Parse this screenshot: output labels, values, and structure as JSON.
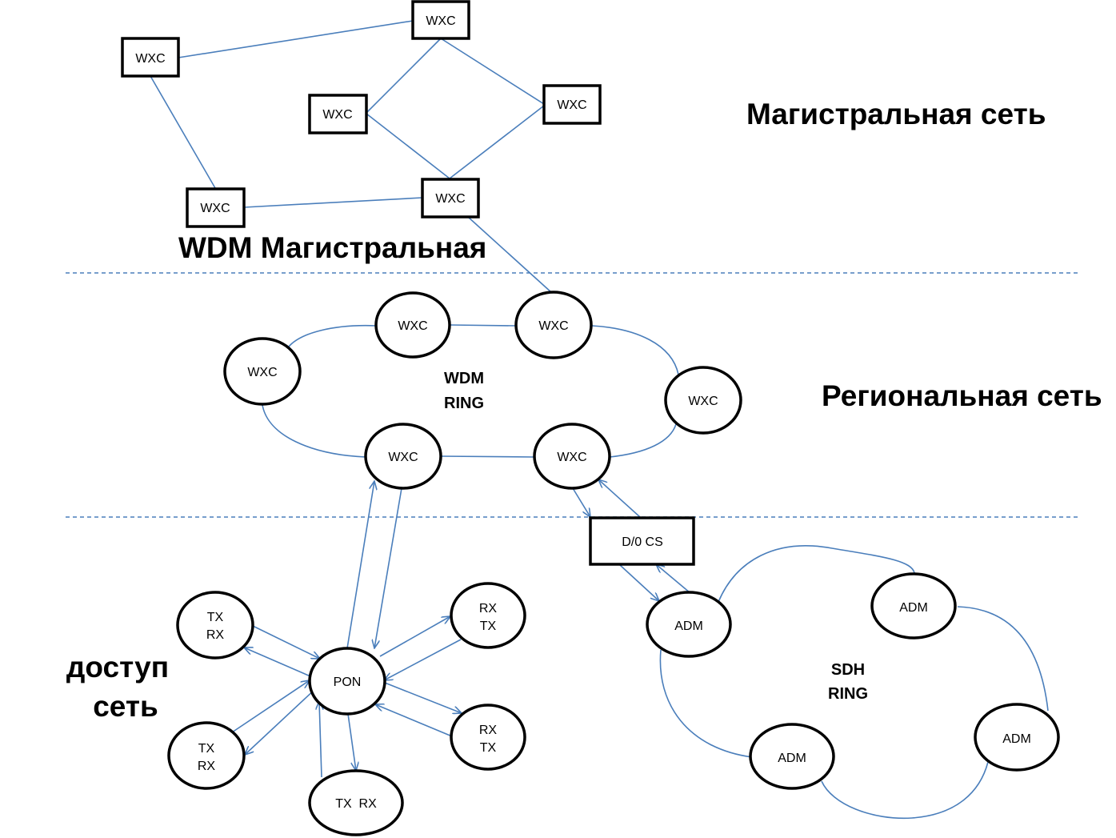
{
  "colors": {
    "link": "#4a7ebb",
    "outline": "#000000",
    "background": "#ffffff"
  },
  "labels": {
    "core_network": "Магистральная сеть",
    "wdm_core": "WDM Магистральная",
    "regional_network": "Региональная сеть",
    "access_line1": "доступ",
    "access_line2": "сеть",
    "wdm_ring_line1": "WDM",
    "wdm_ring_line2": "RING",
    "sdh_ring_line1": "SDH",
    "sdh_ring_line2": "RING"
  },
  "core_nodes": [
    "WXC",
    "WXC",
    "WXC",
    "WXC",
    "WXC",
    "WXC"
  ],
  "regional_nodes": [
    "WXC",
    "WXC",
    "WXC",
    "WXC",
    "WXC",
    "WXC"
  ],
  "dcs_node": "D/0 CS",
  "access_nodes": {
    "pon": "PON",
    "tl": [
      "TX",
      "RX"
    ],
    "bl": [
      "TX",
      "RX"
    ],
    "tr": [
      "RX",
      "TX"
    ],
    "br": [
      "RX",
      "TX"
    ],
    "bottom": "TX  RX"
  },
  "sdh_nodes": [
    "ADM",
    "ADM",
    "ADM",
    "ADM"
  ]
}
